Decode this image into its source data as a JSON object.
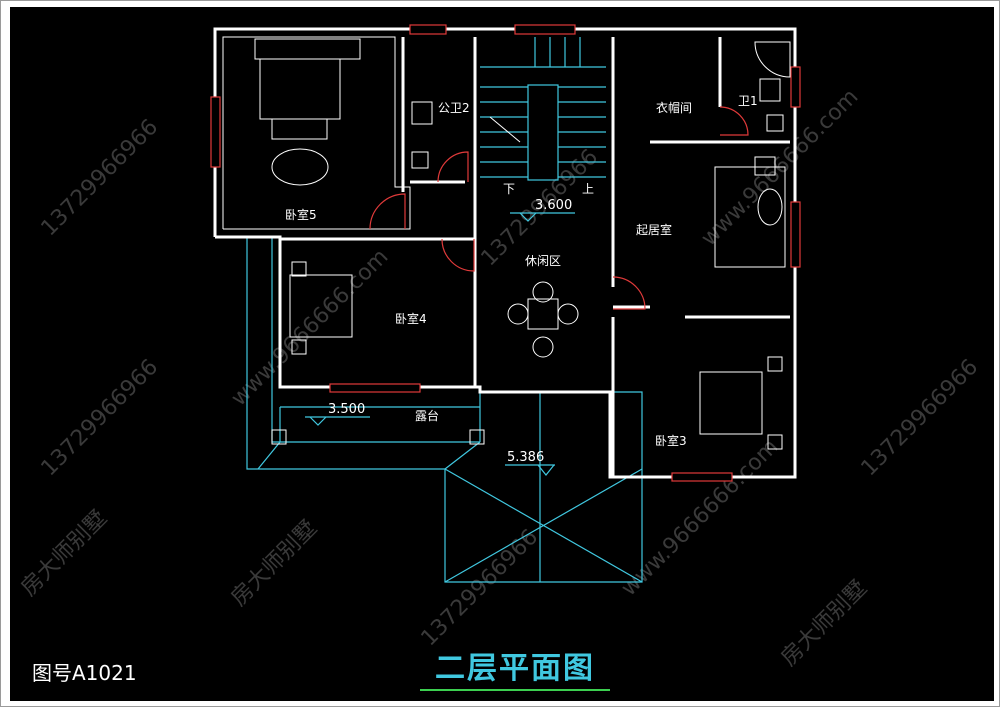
{
  "drawing": {
    "title": "二层平面图",
    "number": "图号A1021"
  },
  "rooms": {
    "bedroom5": "卧室5",
    "bedroom4": "卧室4",
    "bedroom3": "卧室3",
    "bathroom_public": "公卫2",
    "bathroom1": "卫1",
    "cloakroom": "衣帽间",
    "living": "起居室",
    "leisure": "休闲区",
    "terrace": "露台"
  },
  "elevations": {
    "stair_landing": "3.600",
    "terrace_level": "3.500",
    "roof_level": "5.386"
  },
  "stair": {
    "up_mark": "上",
    "down_mark": "下"
  },
  "watermarks": {
    "phone": "13729966966",
    "site": "www.9666666.com",
    "brand": "房大师别墅"
  },
  "colors": {
    "background": "#000000",
    "walls": "#ffffff",
    "lines": "#40c8e0",
    "windows": "#e03a3a",
    "title": "#40c8e0",
    "title_underline": "#3cd050"
  }
}
